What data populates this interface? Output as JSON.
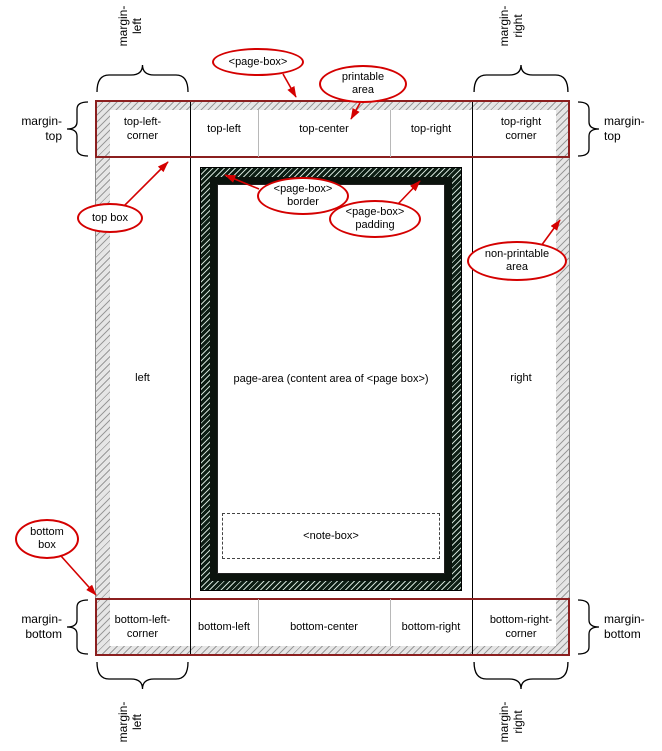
{
  "palette": {
    "annotation_red": "#d40000",
    "margin_row_border": "#8b1f1f",
    "sheet_hatch_gray": "#9a9a9a",
    "pagebox_dark": "#0b130d"
  },
  "outside_labels": {
    "margin_top": "margin-\ntop",
    "margin_bottom": "margin-\nbottom",
    "margin_left": "margin-\nleft",
    "margin_right": "margin-\nright"
  },
  "cells": {
    "top_left_corner": "top-left-\ncorner",
    "top_left": "top-left",
    "top_center": "top-center",
    "top_right": "top-right",
    "top_right_corner": "top-right\ncorner",
    "left": "left",
    "right": "right",
    "bottom_left_corner": "bottom-left-\ncorner",
    "bottom_left": "bottom-left",
    "bottom_center": "bottom-center",
    "bottom_right": "bottom-right",
    "bottom_right_corner": "bottom-right-\ncorner"
  },
  "page": {
    "page_area": "page-area (content area of <page box>)",
    "note_box": "<note-box>"
  },
  "callouts": {
    "page_box": "<page-box>",
    "printable_area": "printable\narea",
    "page_box_border": "<page-box>\nborder",
    "page_box_padding": "<page-box>\npadding",
    "non_printable_area": "non-printable\narea",
    "top_box": "top box",
    "bottom_box": "bottom\nbox"
  }
}
